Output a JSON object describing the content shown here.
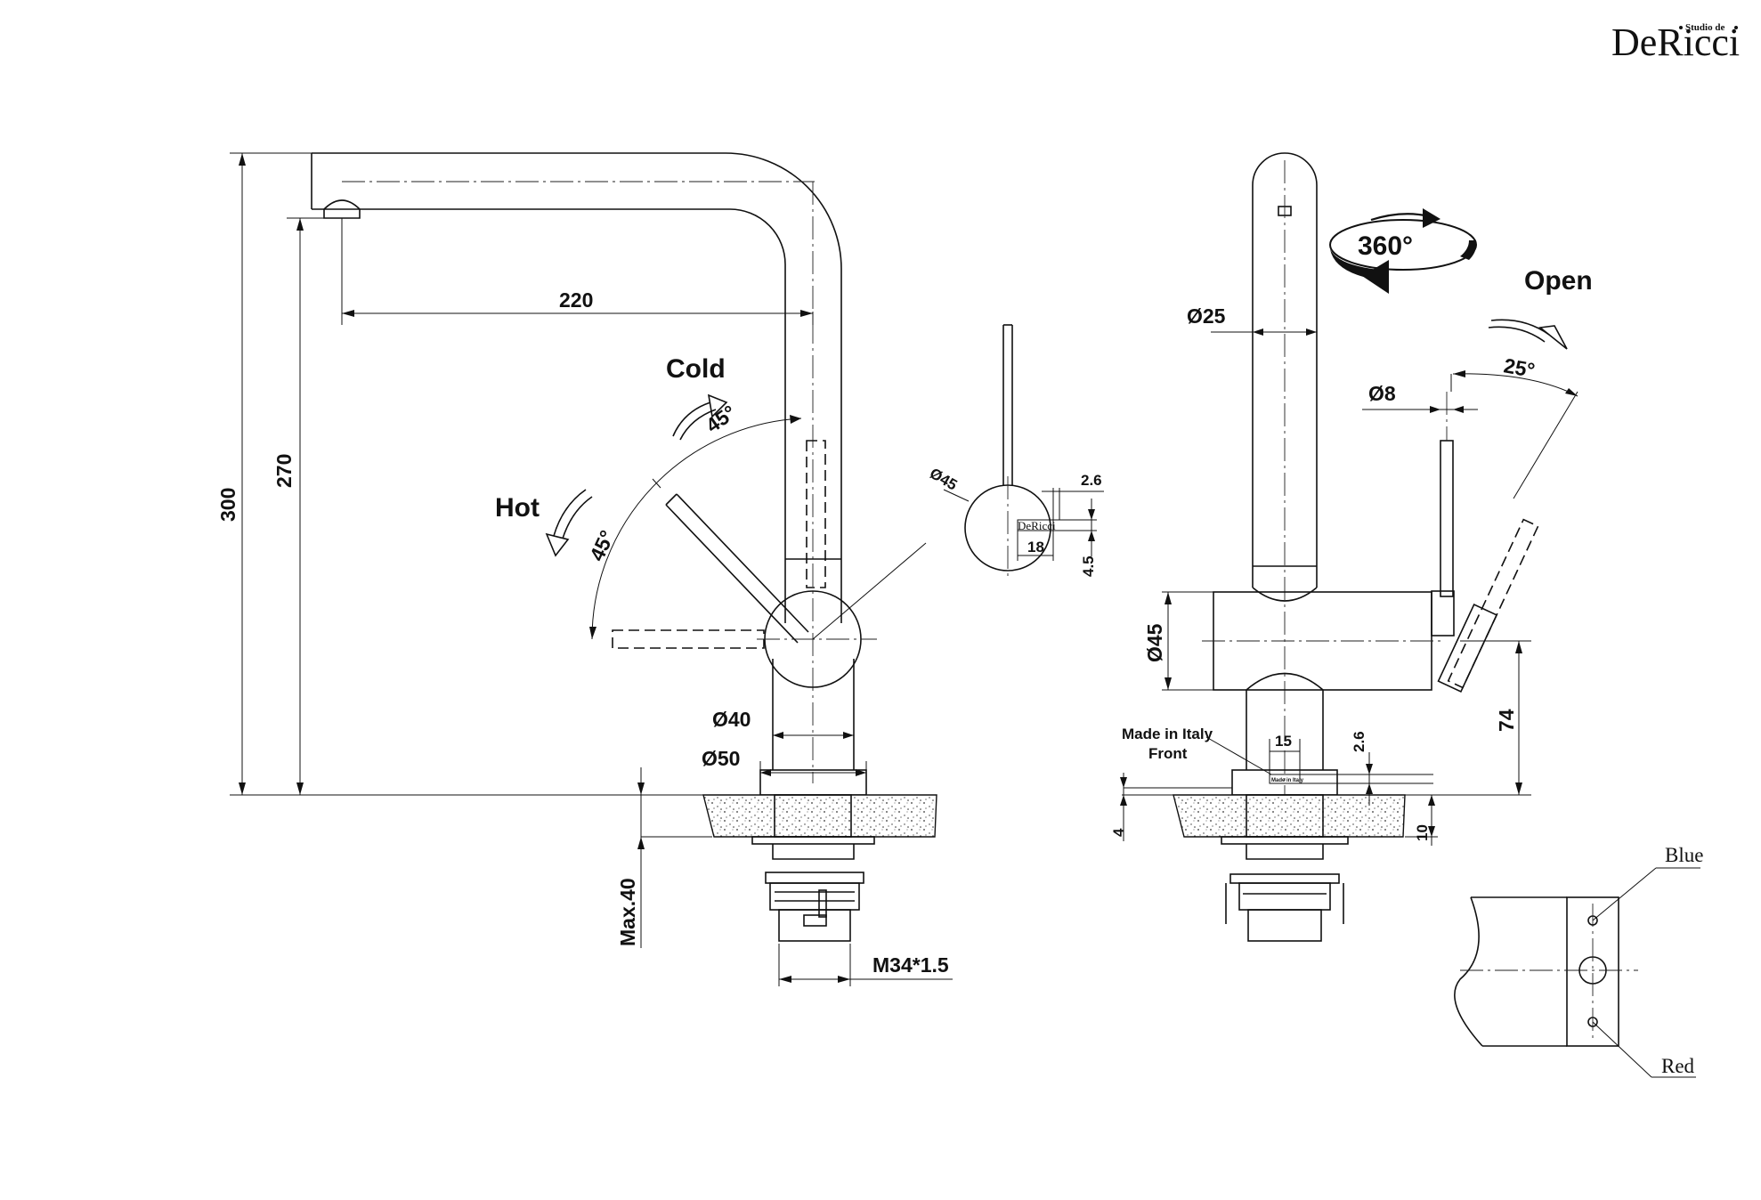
{
  "brand": {
    "logo_main": "DeRicci",
    "logo_small": "Studio de"
  },
  "front_view": {
    "dim_height_total": "300",
    "dim_height_spout": "270",
    "dim_reach": "220",
    "label_cold": "Cold",
    "label_hot": "Hot",
    "angle_cold": "45°",
    "angle_hot": "45°",
    "dim_base_small": "Ø40",
    "dim_base_large": "Ø50",
    "dim_counter_max": "Max.40",
    "dim_thread": "M34*1.5"
  },
  "handle_detail": {
    "dim_diameter": "Ø45",
    "dim_offset_a": "2.6",
    "dim_offset_b": "4.5",
    "dim_width": "18",
    "engraving": "DeRicci"
  },
  "side_view": {
    "label_rotation": "360°",
    "label_open": "Open",
    "angle_open": "25°",
    "dim_spout_diameter": "Ø25",
    "dim_lever_diameter": "Ø8",
    "dim_body_diameter": "Ø45",
    "dim_body_height": "74",
    "dim_plate_width": "15",
    "dim_plate_offset": "2.6",
    "dim_gap": "4",
    "dim_seat": "10",
    "label_made_in": "Made in Italy",
    "label_front": "Front",
    "plate_text": "Made in Italy"
  },
  "hose_detail": {
    "label_blue": "Blue",
    "label_red": "Red"
  }
}
